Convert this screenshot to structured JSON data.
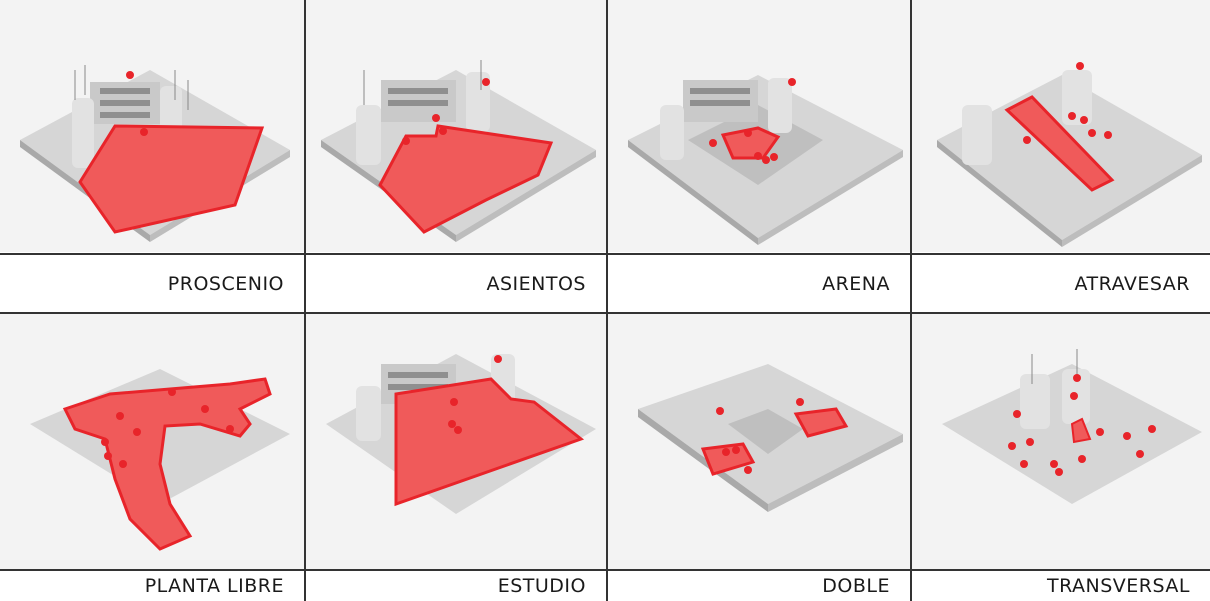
{
  "panels": [
    {
      "label": "PROSCENIO"
    },
    {
      "label": "ASIENTOS"
    },
    {
      "label": "ARENA"
    },
    {
      "label": "ATRAVESAR"
    },
    {
      "label": "PLANTA LIBRE"
    },
    {
      "label": "ESTUDIO"
    },
    {
      "label": "DOBLE"
    },
    {
      "label": "TRANSVERSAL"
    }
  ],
  "colors": {
    "highlight": "#e8242a",
    "highlight_fill": "#f05a5a",
    "model": "#d9d9d9",
    "grid_line": "#333333"
  }
}
